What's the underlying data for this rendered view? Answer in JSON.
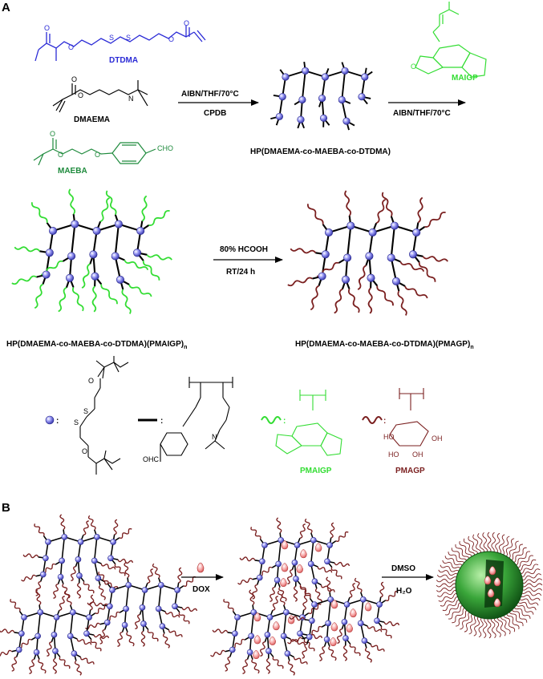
{
  "panels": {
    "a": "A",
    "b": "B"
  },
  "monomers": {
    "dtdma": "DTDMA",
    "dmaema": "DMAEMA",
    "maeba": "MAEBA",
    "maigp": "MAIGP",
    "cho": "CHO",
    "s": "S",
    "n": "N"
  },
  "conditions": {
    "step1_top": "AIBN/THF/70°C",
    "step1_bottom": "CPDB",
    "step2_bottom": "AIBN/THF/70°C",
    "step3_top": "80% HCOOH",
    "step3_bottom": "RT/24 h",
    "dox": "DOX",
    "dmso": "DMSO",
    "water": "H₂O"
  },
  "products": {
    "hp": "HP(DMAEMA-co-MAEBA-co-DTDMA)",
    "hp_pmaigp": "HP(DMAEMA-co-MAEBA-co-DTDMA)(PMAIGP)",
    "hp_pmagp": "HP(DMAEMA-co-MAEBA-co-DTDMA)(PMAGP)",
    "subscript": "n"
  },
  "legend": {
    "sphere_colon": ":",
    "line_colon": ":",
    "pmaigp": "PMAIGP",
    "pmagp": "PMAGP",
    "ohc": "OHC",
    "oh": "OH",
    "ho": "HO"
  },
  "colors": {
    "dtdma": "#2b2bd6",
    "maeba": "#1e8a3c",
    "maigp": "#33dd33",
    "pmagp": "#7a1f1f",
    "sphere": "#8c8cf0",
    "dox": "#f08080",
    "nanoparticle": "#3aa63a"
  }
}
